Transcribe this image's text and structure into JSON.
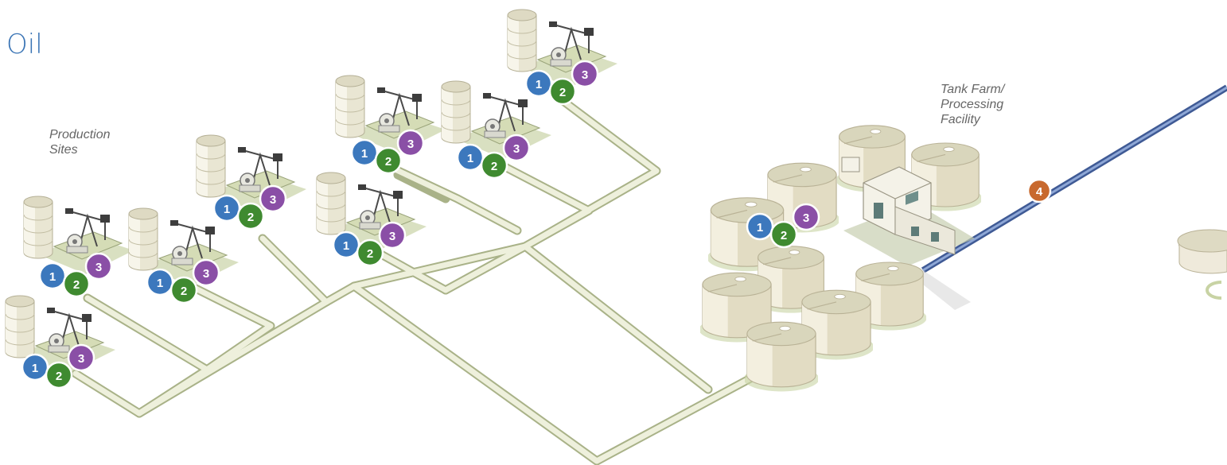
{
  "title": "Oil",
  "labels": {
    "production_sites": [
      "Production",
      "Sites"
    ],
    "tank_farm": [
      "Tank Farm/",
      "Processing",
      "Facility"
    ]
  },
  "markers": {
    "one": "1",
    "two": "2",
    "three": "3",
    "four": "4"
  },
  "icons": {
    "production_site": "pumpjack-with-storage-tank-icon",
    "tank": "storage-tank-icon",
    "building": "processing-building-icon"
  },
  "colors": {
    "title": "#3a74b5",
    "marker_1": "#3c78bd",
    "marker_2": "#3f8a30",
    "marker_3": "#8a4fa6",
    "marker_4": "#c8692e",
    "pipeline": "#e6ead2",
    "export_line": "#5a74ad"
  }
}
